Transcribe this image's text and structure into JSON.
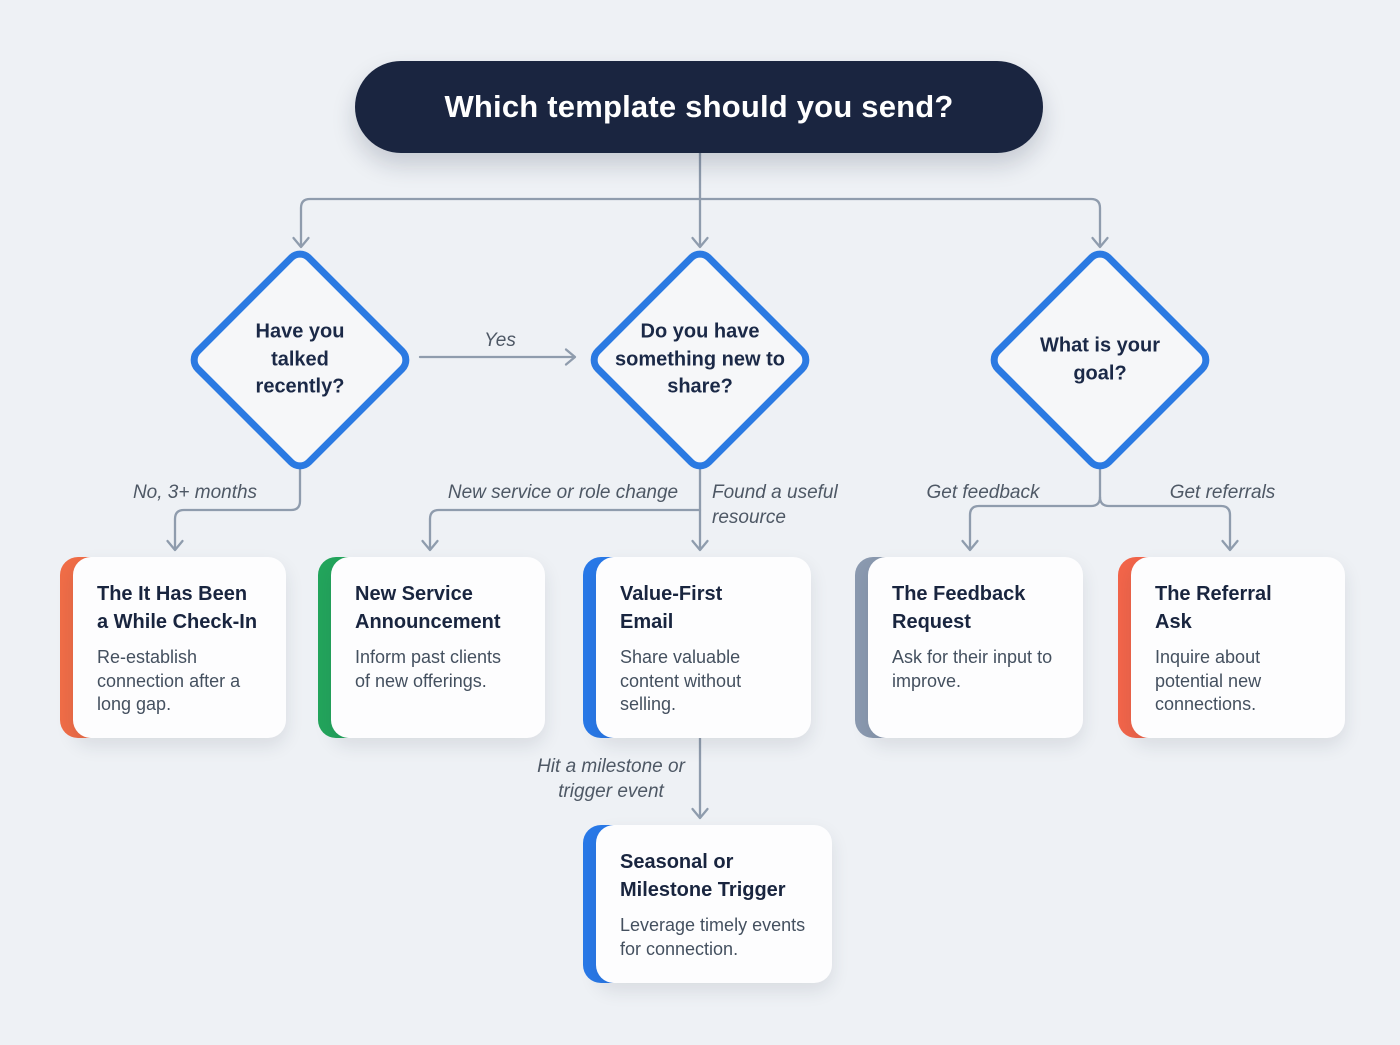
{
  "title": "Which template should you send?",
  "decisions": {
    "talked": "Have you talked recently?",
    "something_new": "Do you have something new to share?",
    "goal": "What is your goal?"
  },
  "edge_labels": {
    "yes": "Yes",
    "no_months": "No, 3+ months",
    "new_service": "New service or role change",
    "found_resource": "Found a useful resource",
    "get_feedback": "Get feedback",
    "get_referrals": "Get referrals",
    "milestone": "Hit a milestone or trigger event"
  },
  "cards": [
    {
      "title": "The It Has Been a While Check-In",
      "description": "Re-establish connection after a long gap.",
      "accent": "#f06d47"
    },
    {
      "title": "New Service Announcement",
      "description": "Inform past clients of new offerings.",
      "accent": "#23a55c"
    },
    {
      "title": "Value-First Email",
      "description": "Share valuable content without selling.",
      "accent": "#2979e8"
    },
    {
      "title": "The Feedback Request",
      "description": "Ask for their input to improve.",
      "accent": "#8b9ab0"
    },
    {
      "title": "The Referral Ask",
      "description": "Inquire about potential new connections.",
      "accent": "#f2654a"
    },
    {
      "title": "Seasonal or Milestone Trigger",
      "description": "Leverage timely events for connection.",
      "accent": "#2979e8"
    }
  ],
  "colors": {
    "background": "#eef1f5",
    "title_bg": "#1a2540",
    "title_text": "#ffffff",
    "diamond_border": "#2b7ae2",
    "connector": "#8f9cad",
    "card_bg": "#fdfdfe",
    "heading_text": "#19253f",
    "body_text": "#44505f",
    "label_text": "#4e5865"
  }
}
